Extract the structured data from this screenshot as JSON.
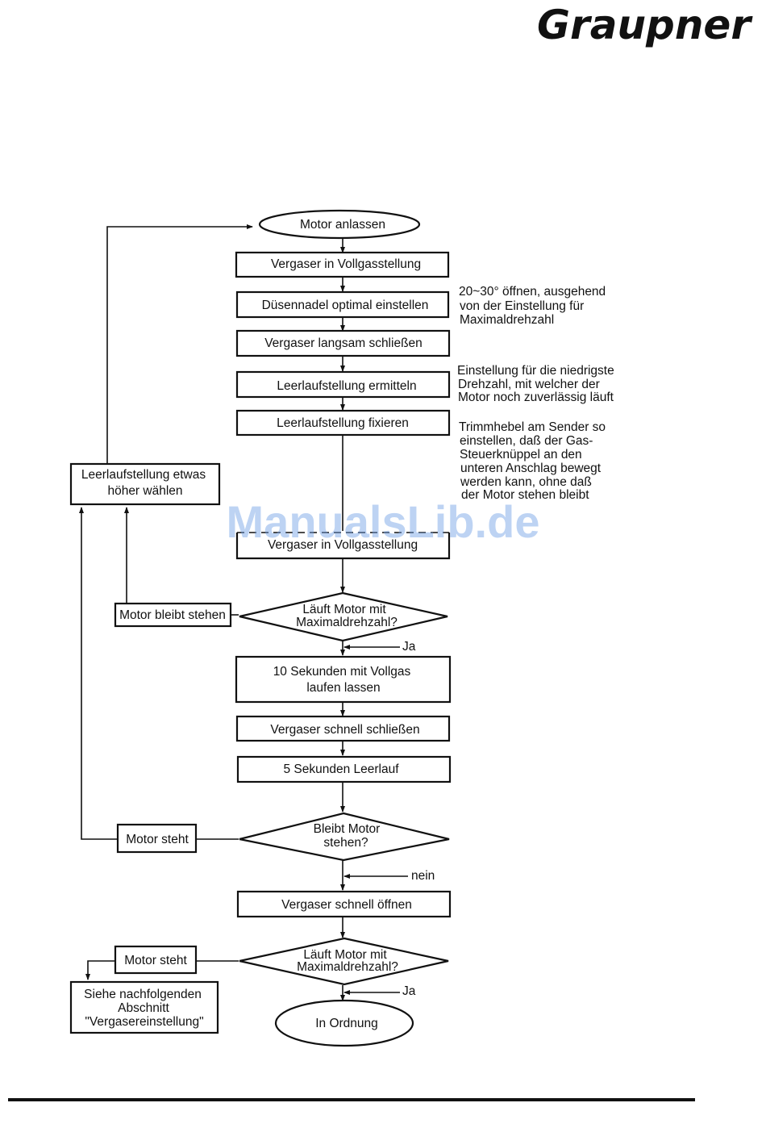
{
  "brand": {
    "logo": "Graupner"
  },
  "watermark": "ManualsLib.de",
  "flowchart": {
    "start": "Motor anlassen",
    "step1": "Vergaser in Vollgasstellung",
    "step2": "Düsennadel optimal einstellen",
    "step3": "Vergaser langsam schließen",
    "step4": "Leerlaufstellung ermitteln",
    "step5": "Leerlaufstellung fixieren",
    "step6": "Vergaser in Vollgasstellung",
    "decision1": [
      "Läuft Motor mit",
      "Maximaldrehzahl?"
    ],
    "decision1_no": "Motor bleibt stehen",
    "retry": [
      "Leerlaufstellung etwas",
      "höher wählen"
    ],
    "yes1": "Ja",
    "step7": [
      "10 Sekunden mit Vollgas",
      "laufen lassen"
    ],
    "step8": "Vergaser schnell schließen",
    "step9": "5 Sekunden Leerlauf",
    "decision2": [
      "Bleibt Motor",
      "stehen?"
    ],
    "decision2_yes": "Motor steht",
    "no2": "nein",
    "step10": "Vergaser schnell öffnen",
    "decision3": [
      "Läuft Motor mit",
      "Maximaldrehzahl?"
    ],
    "decision3_no": "Motor steht",
    "see_section": [
      "Siehe nachfolgenden",
      "Abschnitt",
      "\"Vergasereinstellung\""
    ],
    "yes3": "Ja",
    "end": "In Ordnung"
  },
  "notes": {
    "note1": [
      "20~30° öffnen, ausgehend",
      "von der Einstellung für",
      "Maximaldrehzahl"
    ],
    "note2": [
      "Einstellung für die niedrigste",
      "Drehzahl, mit welcher der",
      "Motor noch zuverlässig läuft"
    ],
    "note3": [
      "Trimmhebel am Sender so",
      "einstellen, daß der Gas-",
      "Steuerknüppel an den",
      "unteren Anschlag bewegt",
      "werden kann, ohne daß",
      "der Motor stehen bleibt"
    ]
  }
}
